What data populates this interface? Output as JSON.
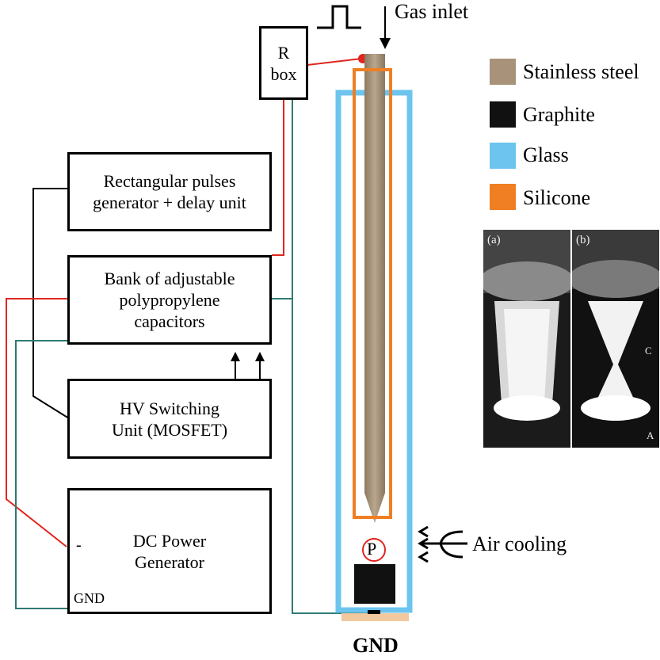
{
  "gas_inlet": "Gas inlet",
  "r_box": "R\nbox",
  "pulses_generator": "Rectangular pulses\ngenerator + delay unit",
  "capacitors": "Bank of adjustable\npolypropylene\ncapacitors",
  "switching_unit": "HV Switching\nUnit (MOSFET)",
  "power_generator": "DC Power\nGenerator",
  "minus_terminal": "-",
  "gnd_terminal": "GND",
  "gnd_bottom": "GND",
  "probe_label": "P",
  "air_cooling": "Air cooling",
  "legend": [
    {
      "label": "Stainless steel",
      "color": "#a8937a"
    },
    {
      "label": "Graphite",
      "color": "#111111"
    },
    {
      "label": "Glass",
      "color": "#6cc4ef"
    },
    {
      "label": "Silicone",
      "color": "#ef7f22"
    }
  ],
  "photos": {
    "a": {
      "label": "(a)"
    },
    "b": {
      "label": "(b)",
      "marker_top": "C",
      "marker_bottom": "A"
    }
  },
  "colors": {
    "red_wire": "#e0261f",
    "green_wire": "#2e7b73",
    "glass": "#6cc4ef",
    "silicone": "#ef7f22",
    "base": "#f2c89e"
  }
}
